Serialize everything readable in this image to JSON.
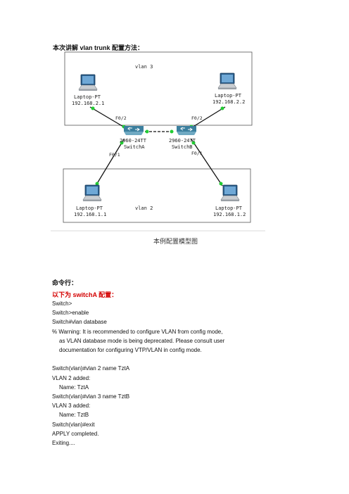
{
  "title": "本次讲解 vlan trunk 配置方法：",
  "diagram": {
    "vlan_top_label": "vlan 3",
    "vlan_bottom_label": "vlan 2",
    "laptops": [
      {
        "model": "Laptop-PT",
        "ip": "192.168.2.1"
      },
      {
        "model": "Laptop-PT",
        "ip": "192.168.2.2"
      },
      {
        "model": "Laptop-PT",
        "ip": "192.168.1.1"
      },
      {
        "model": "Laptop-PT",
        "ip": "192.168.1.2"
      }
    ],
    "switches": [
      {
        "model": "2960-24TT",
        "name": "SwitchA"
      },
      {
        "model": "2960-24TT",
        "name": "SwitchB"
      }
    ],
    "ports": {
      "a_up": "F0/2",
      "a_down": "F0/1",
      "b_up": "F0/2",
      "b_down": "F0/1"
    },
    "caption": "本例配置模型图"
  },
  "cmd_heading": "命令行：",
  "switcha_heading": "以下为 switchA 配置：",
  "code_lines": [
    {
      "text": "Switch>",
      "indent": false
    },
    {
      "text": "Switch>enable",
      "indent": false
    },
    {
      "text": "Switch#vlan database",
      "indent": false
    },
    {
      "text": "% Warning: It is recommended to configure VLAN from config mode,",
      "indent": false
    },
    {
      "text": "as VLAN database mode is being deprecated. Please consult user",
      "indent": true
    },
    {
      "text": "documentation for configuring VTP/VLAN in config mode.",
      "indent": true
    },
    {
      "text": "",
      "indent": false
    },
    {
      "text": "Switch(vlan)#vlan 2 name TztA",
      "indent": false
    },
    {
      "text": "VLAN 2 added:",
      "indent": false
    },
    {
      "text": "Name: TztA",
      "indent": true
    },
    {
      "text": "Switch(vlan)#vlan 3 name TztB",
      "indent": false
    },
    {
      "text": "VLAN 3 added:",
      "indent": false
    },
    {
      "text": "Name: TztB",
      "indent": true
    },
    {
      "text": "Switch(vlan)#exit",
      "indent": false
    },
    {
      "text": "APPLY completed.",
      "indent": false
    },
    {
      "text": "Exiting....",
      "indent": false
    }
  ]
}
